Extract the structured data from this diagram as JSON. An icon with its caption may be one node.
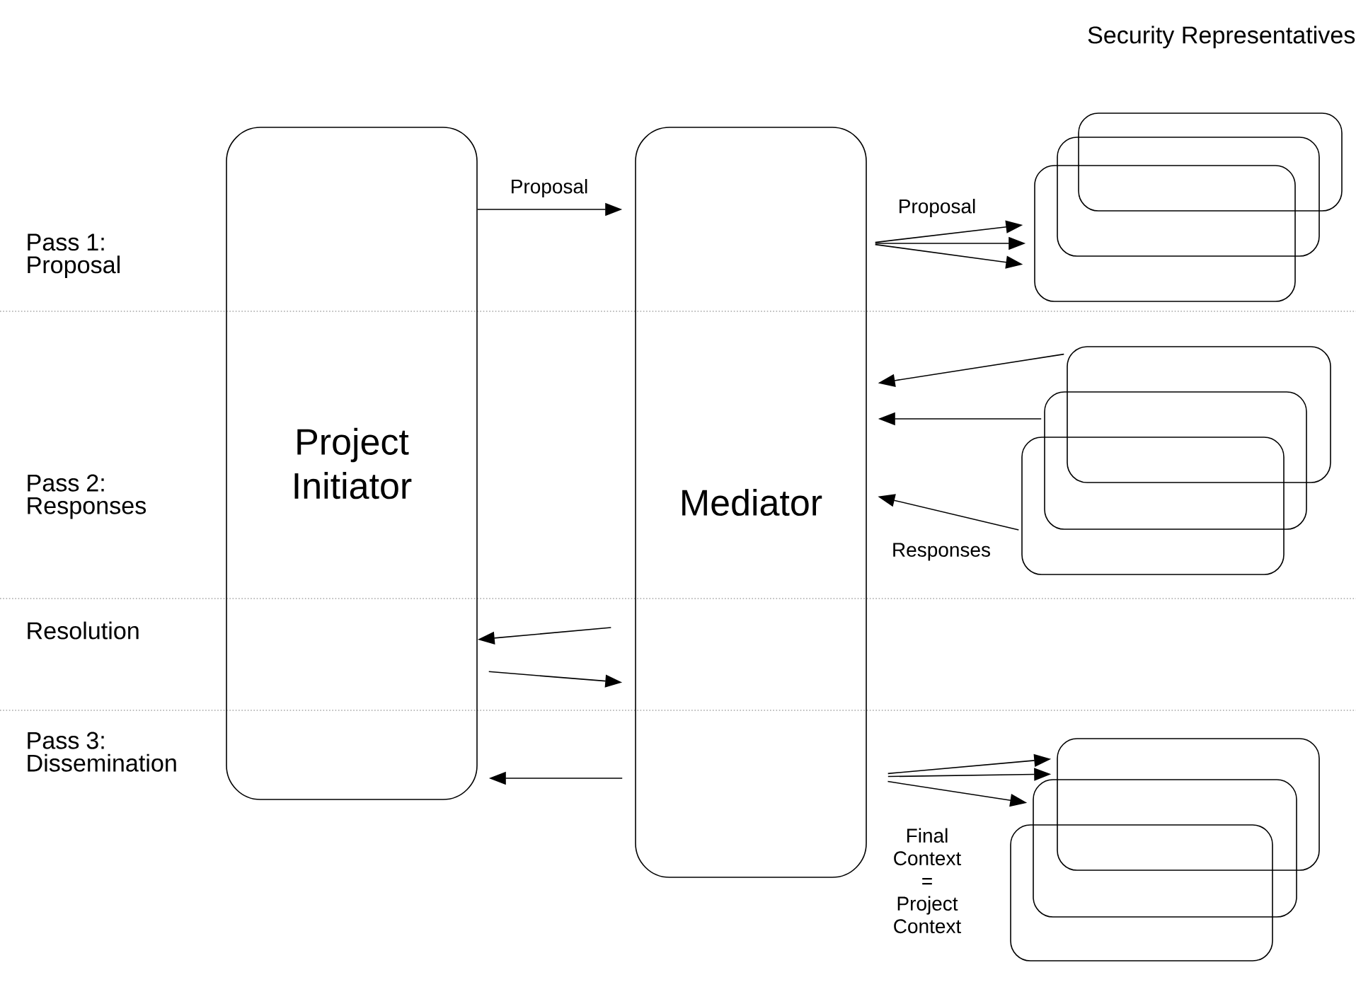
{
  "diagram": {
    "nodes": [
      {
        "text": [
          "Project Initiator"
        ]
      },
      {
        "text": [
          "Mediator"
        ]
      },
      {
        "text": [],
        "shape": "box"
      },
      {
        "text": [],
        "shape": "box"
      },
      {
        "text": [],
        "shape": "box"
      },
      {
        "text": [],
        "shape": "box"
      },
      {
        "text": [],
        "shape": "box"
      },
      {
        "text": [],
        "shape": "box"
      },
      {
        "text": [],
        "shape": "box"
      },
      {
        "text": [],
        "shape": "box"
      },
      {
        "text": [],
        "shape": "box"
      }
    ],
    "edges": [
      {
        "from": 0,
        "to": 1,
        "arrow": "to",
        "label": "Proposal"
      },
      {
        "from": 1,
        "to": 4,
        "arrow": "to",
        "label": "Proposal"
      },
      {
        "from": 1,
        "to": 4,
        "arrow": "to"
      },
      {
        "from": 1,
        "to": 4,
        "arrow": "to"
      },
      {
        "from": 5,
        "to": 1,
        "arrow": "to"
      },
      {
        "from": 6,
        "to": 1,
        "arrow": "to"
      },
      {
        "from": 7,
        "to": 1,
        "arrow": "to"
      },
      {
        "from": 1,
        "to": 0,
        "arrow": "to"
      },
      {
        "from": 0,
        "to": 1,
        "arrow": "to"
      },
      {
        "from": 1,
        "to": 0,
        "arrow": "to"
      },
      {
        "from": 1,
        "to": 8,
        "arrow": "to"
      },
      {
        "from": 1,
        "to": 8,
        "arrow": "to"
      },
      {
        "from": 1,
        "to": 9,
        "arrow": "to"
      }
    ],
    "labels": [
      "Security Representatives",
      "Pass 1: Proposal",
      "Pass 2: Responses",
      "Responses",
      "Resolution",
      "Pass 3: Dissemination",
      "Final Context = Project Context"
    ]
  }
}
